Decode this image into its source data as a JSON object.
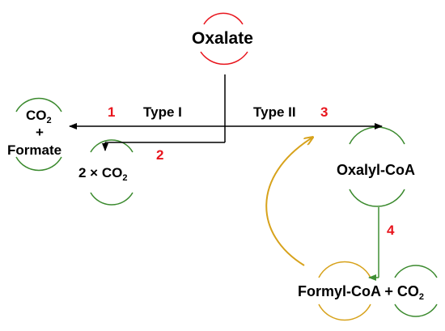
{
  "colors": {
    "red_arc": "#e8141c",
    "green_arc": "#3b8a2e",
    "orange_arrow": "#d7a21b",
    "green_arrow": "#3f8f34",
    "black": "#000000",
    "step_number": "#e8141c"
  },
  "nodes": {
    "oxalate": "Oxalate",
    "co2_formate": {
      "co": "CO",
      "sub": "2",
      "plus": "+",
      "formate": "Formate"
    },
    "two_co2": {
      "prefix": "2 × CO",
      "sub": "2"
    },
    "oxalyl_coa": "Oxalyl-CoA",
    "formyl_coa": {
      "prefix": "Formyl-CoA + CO",
      "sub": "2"
    }
  },
  "labels": {
    "type1": "Type I",
    "type2": "Type II"
  },
  "steps": [
    "1",
    "2",
    "3",
    "4"
  ]
}
